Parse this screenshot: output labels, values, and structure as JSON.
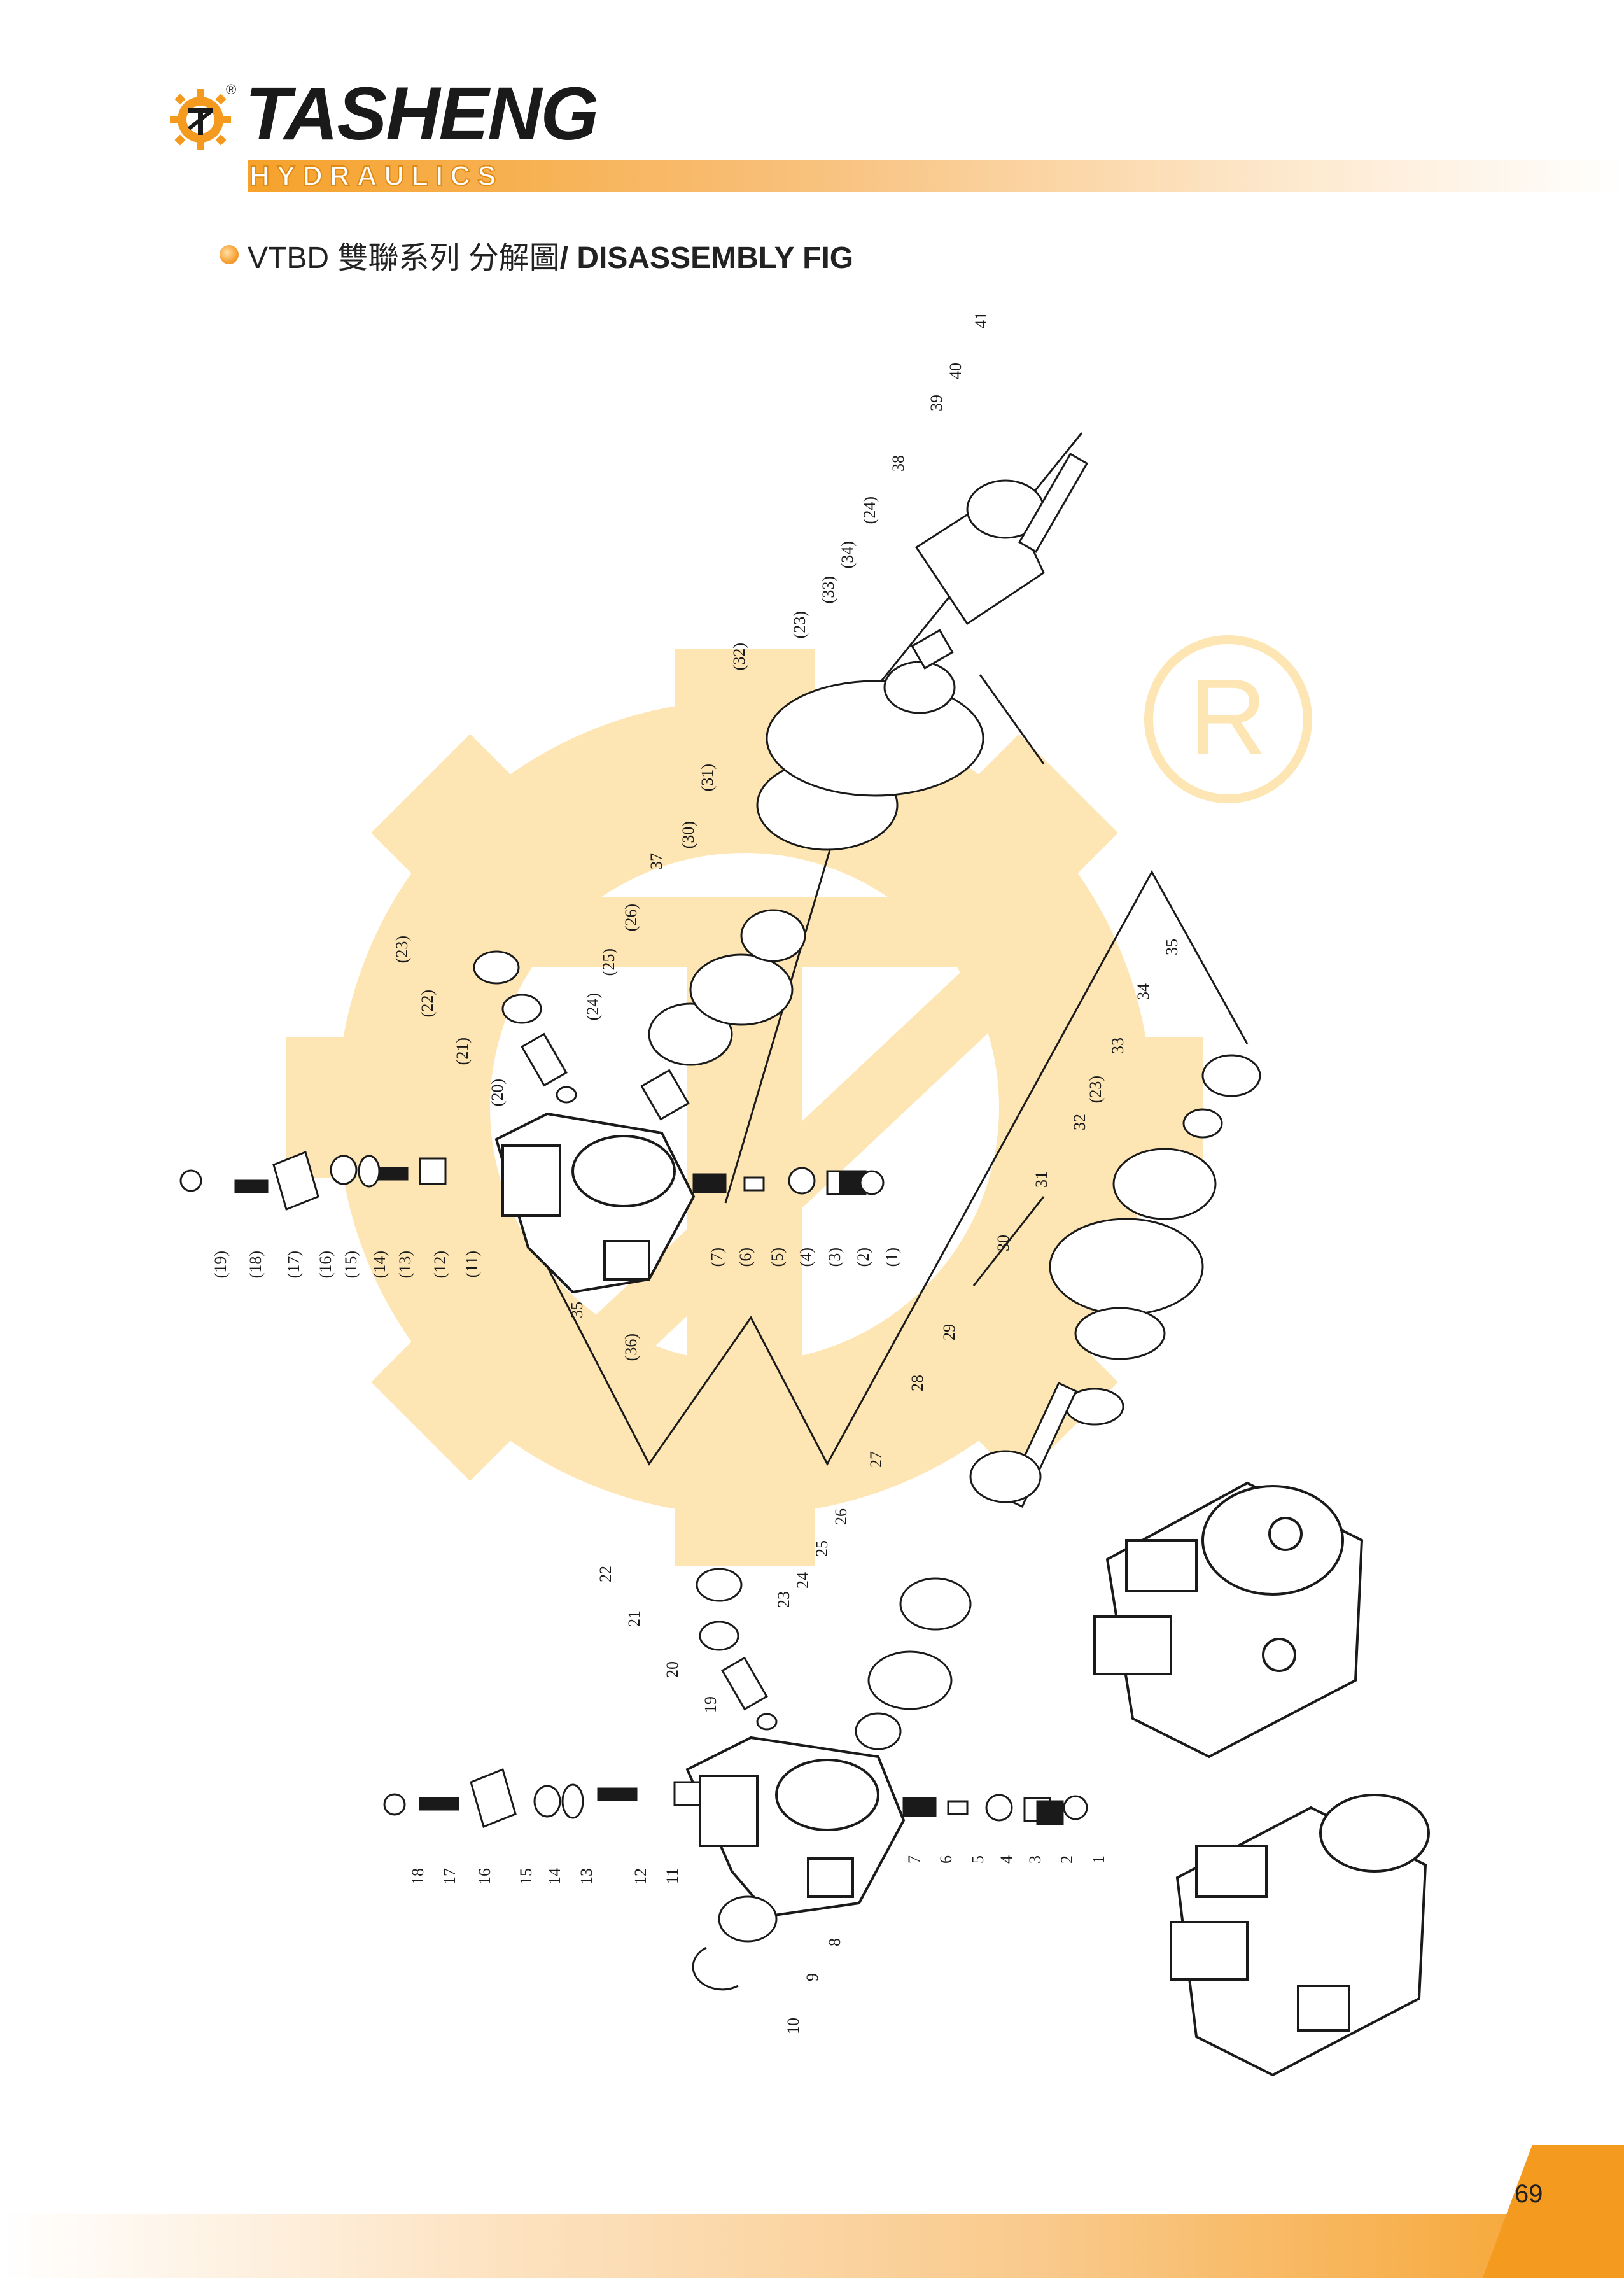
{
  "header": {
    "brand": "TASHENG",
    "sub_brand": "HYDRAULICS",
    "registered_symbol": "®",
    "logo_icon": "gear-T-logo-icon"
  },
  "title": {
    "prefix": "VTBD 雙聯系列  分解圖",
    "bold": "/ DISASSEMBLY FIG"
  },
  "watermark": {
    "registered_symbol": "R"
  },
  "upper_labels": [
    "(1)",
    "(2)",
    "(3)",
    "(4)",
    "(5)",
    "(6)",
    "(7)",
    "(11)",
    "(12)",
    "(13)",
    "(14)",
    "(15)",
    "(16)",
    "(17)",
    "(18)",
    "(19)",
    "(20)",
    "(21)",
    "(22)",
    "(23)",
    "(24)",
    "(25)",
    "(26)",
    "37",
    "(30)",
    "(31)",
    "(32)",
    "(23)",
    "(33)",
    "(34)",
    "(24)",
    "38",
    "39",
    "40",
    "41",
    "35",
    "(36)"
  ],
  "right_labels": [
    "35",
    "34",
    "33",
    "(23)",
    "32",
    "31",
    "30",
    "29",
    "28",
    "27"
  ],
  "lower_labels": [
    "1",
    "2",
    "3",
    "4",
    "5",
    "6",
    "7",
    "8",
    "9",
    "10",
    "11",
    "12",
    "13",
    "14",
    "15",
    "16",
    "17",
    "18",
    "19",
    "20",
    "21",
    "22",
    "23",
    "24",
    "25",
    "26"
  ],
  "footer": {
    "page_number": "69"
  },
  "colors": {
    "accent": "#f39a1f",
    "watermark": "#fde6b3",
    "line": "#1a1a1a"
  }
}
